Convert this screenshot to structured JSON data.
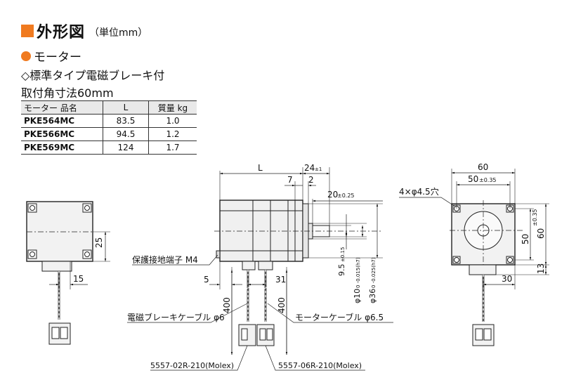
{
  "header": {
    "title": "外形図",
    "unit": "（単位mm）",
    "accent_color": "#f07a1f"
  },
  "section": {
    "motor": "モーター",
    "type": "◇標準タイプ電磁ブレーキ付",
    "mount": "取付角寸法60mm"
  },
  "spec_table": {
    "headers": [
      "モーター 品名",
      "L",
      "質量 kg"
    ],
    "rows": [
      {
        "name": "PKE564MC",
        "l": "83.5",
        "mass": "1.0"
      },
      {
        "name": "PKE566MC",
        "l": "94.5",
        "mass": "1.2"
      },
      {
        "name": "PKE569MC",
        "l": "124",
        "mass": "1.7"
      }
    ]
  },
  "dims": {
    "left": {
      "d25": "25",
      "d15": "15"
    },
    "side": {
      "L": "L",
      "d24": "24",
      "d24_tol": "±1",
      "d7": "7",
      "d2": "2",
      "d20": "20",
      "d20_tol": "±0.25",
      "d5": "5",
      "d31": "31",
      "d400a": "400",
      "d400b": "400",
      "d9_5": "9.5",
      "d9_5_tol": "±0.15",
      "d10": "φ10",
      "d10_tol": "0 -0.015(h7)",
      "d36": "φ36",
      "d36_tol": "0 -0.025(h7)"
    },
    "right": {
      "d60": "60",
      "d50": "50",
      "d50_tol": "±0.35",
      "hole": "4×φ4.5穴",
      "d50v": "50",
      "d60v": "60",
      "d13": "13",
      "d30": "30"
    }
  },
  "labels": {
    "ground": "保護接地端子 M4",
    "brake_cable": "電磁ブレーキケーブル φ6",
    "motor_cable": "モーターケーブル φ6.5",
    "conn1": "5557-02R-210(Molex)",
    "conn2": "5557-06R-210(Molex)"
  }
}
